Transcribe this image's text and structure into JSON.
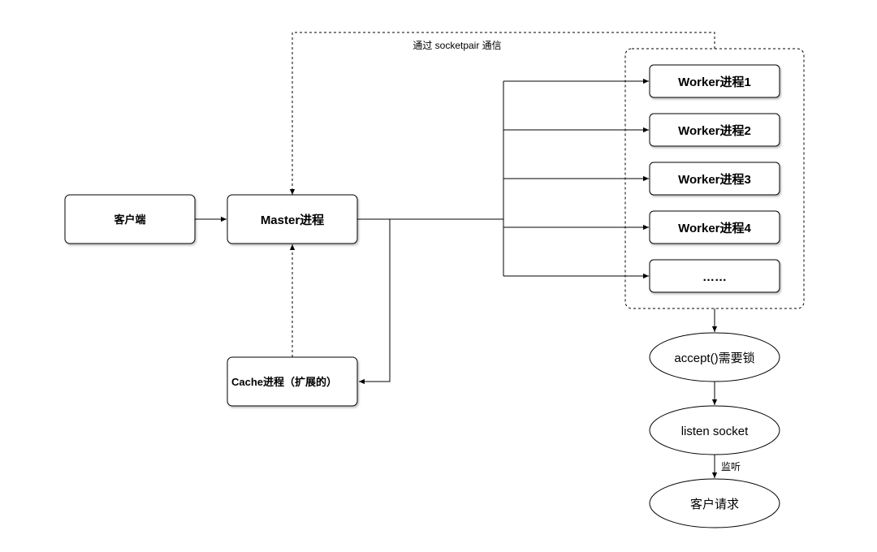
{
  "nodes": {
    "client": "客户端",
    "master": "Master进程",
    "cache": "Cache进程（扩展的）",
    "workers": [
      "Worker进程1",
      "Worker进程2",
      "Worker进程3",
      "Worker进程4",
      "……"
    ],
    "accept": "accept()需要锁",
    "listen": "listen socket",
    "request": "客户请求"
  },
  "edge_labels": {
    "socketpair": "通过 socketpair 通信",
    "listen_edge": "监听"
  },
  "colors": {
    "stroke": "#000000",
    "fill": "#ffffff"
  }
}
